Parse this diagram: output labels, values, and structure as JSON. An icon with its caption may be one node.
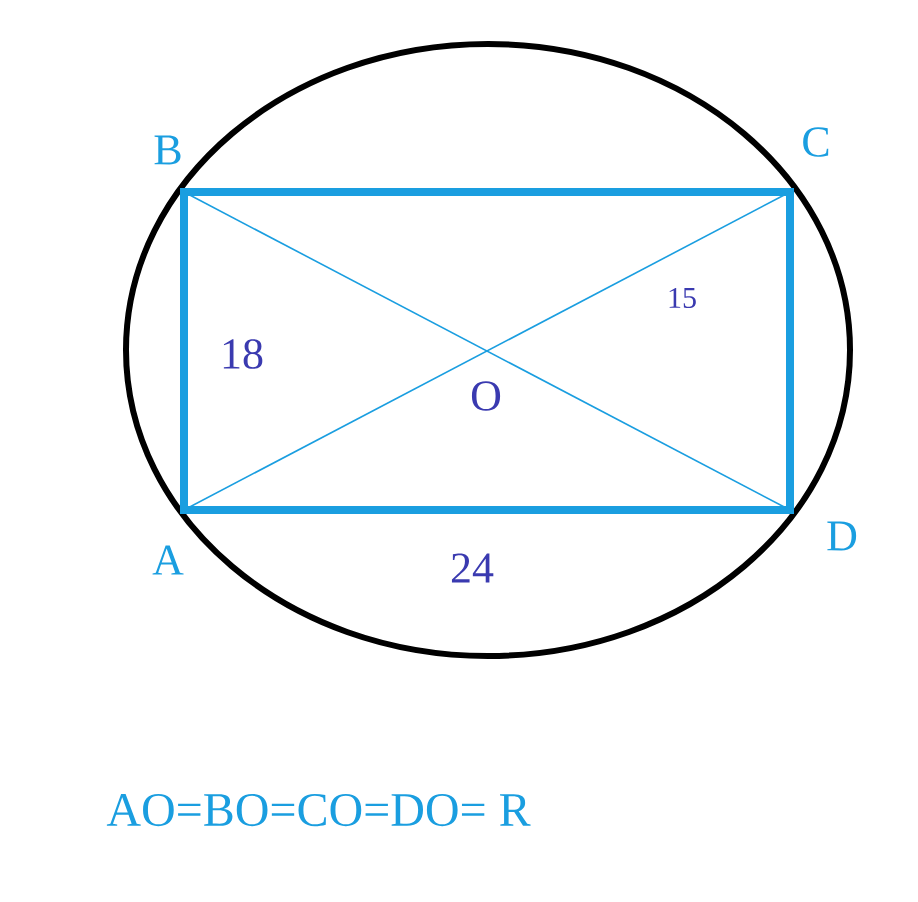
{
  "diagram": {
    "labels": [
      "B",
      "C",
      "18",
      "15",
      "O",
      "A",
      "24",
      "D",
      "AO=BO=CO=DO= R"
    ]
  }
}
